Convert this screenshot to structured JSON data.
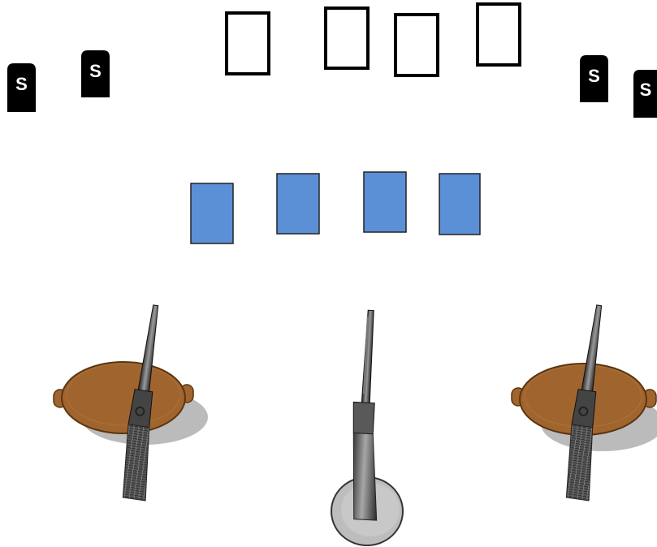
{
  "colors": {
    "background": "#ffffff",
    "sign_fill": "#000000",
    "sign_text": "#ffffff",
    "card_face_up": "#ffffff",
    "card_face_down": "#5b8fd6",
    "barrel": "#a0652e",
    "stand": "#bdbdbd"
  },
  "signs": [
    {
      "label": "S"
    },
    {
      "label": "S"
    },
    {
      "label": "S"
    },
    {
      "label": "S"
    }
  ],
  "top_cards": [
    {
      "state": "empty"
    },
    {
      "state": "empty"
    },
    {
      "state": "empty"
    },
    {
      "state": "empty"
    }
  ],
  "middle_cards": [
    {
      "state": "face-down"
    },
    {
      "state": "face-down"
    },
    {
      "state": "face-down"
    },
    {
      "state": "face-down"
    }
  ],
  "icons": {
    "sign": "dollar-sign-icon",
    "barrel": "barrel-icon",
    "rifle": "rifle-icon",
    "stand": "stand-icon"
  }
}
